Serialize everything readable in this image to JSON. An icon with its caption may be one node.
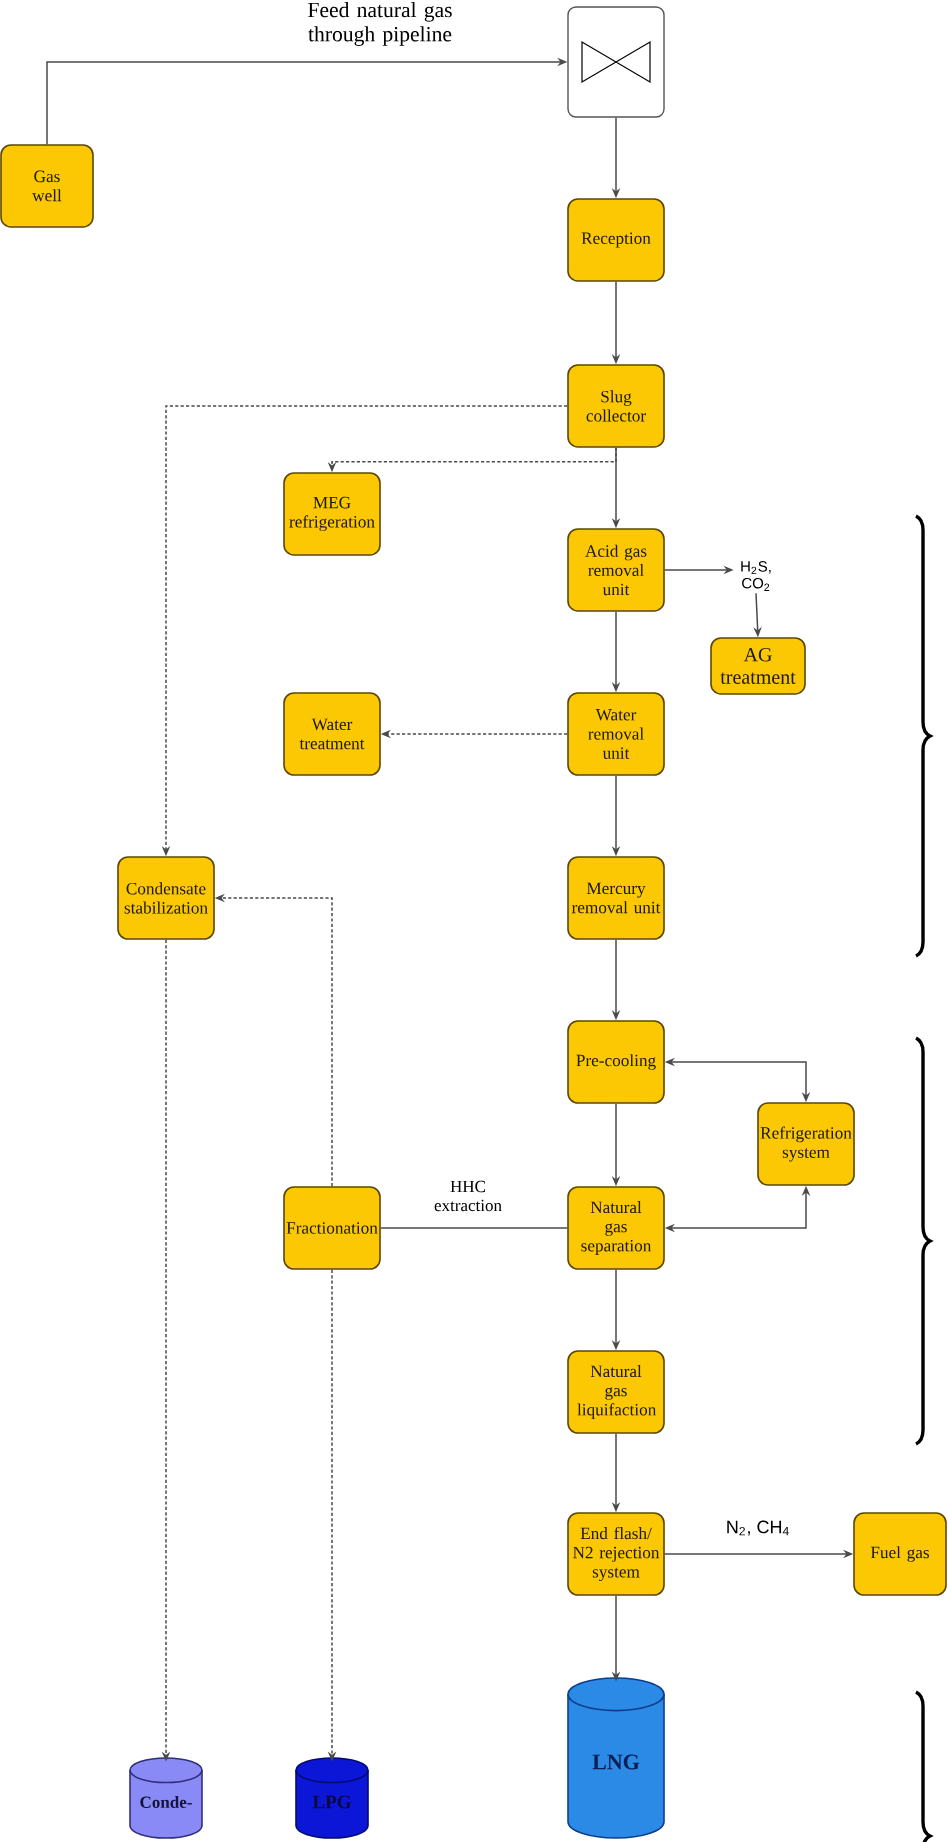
{
  "diagram": {
    "nodes": [
      {
        "text": [
          "Gas well"
        ]
      },
      {
        "text": [],
        "shape": "valve"
      },
      {
        "text": [
          "Reception"
        ]
      },
      {
        "text": [
          "Slug collector"
        ]
      },
      {
        "text": [
          "MEG refrigeration"
        ]
      },
      {
        "text": [
          "Acid gas removal unit"
        ]
      },
      {
        "text": [
          "H$_{2}$S, CO$_{2}$"
        ]
      },
      {
        "text": [
          "AG treatment"
        ]
      },
      {
        "text": [
          "Water treatment"
        ]
      },
      {
        "text": [
          "Water removal unit"
        ]
      },
      {
        "text": [
          "Condensate stabilization"
        ]
      },
      {
        "text": [
          "Mercury removal unit"
        ]
      },
      {
        "text": [
          "Pre-cooling"
        ]
      },
      {
        "text": [
          "Refrigeration system"
        ]
      },
      {
        "text": [
          "Fractionation"
        ]
      },
      {
        "text": [
          "Natural gas separation"
        ]
      },
      {
        "text": [
          "Natural gas liquifaction"
        ]
      },
      {
        "text": [
          "End flash/ N2 rejection system"
        ]
      },
      {
        "text": [
          "Fuel gas"
        ]
      },
      {
        "text": [
          "LNG"
        ]
      },
      {
        "text": [
          "Conde-"
        ]
      },
      {
        "text": [
          "LPG"
        ]
      }
    ],
    "edges": [
      {
        "from": 0,
        "to": 1,
        "arrow": "to",
        "label": "Feed natural gas through pipeline"
      },
      {
        "from": 1,
        "to": 2,
        "arrow": "to"
      },
      {
        "from": 2,
        "to": 3,
        "arrow": "to"
      },
      {
        "from": 3,
        "to": 10,
        "arrow": "to",
        "style": "dashed"
      },
      {
        "from": 3,
        "to": 4,
        "arrow": "to",
        "style": "dashed"
      },
      {
        "from": 3,
        "to": 5,
        "arrow": "to"
      },
      {
        "from": 5,
        "to": 6,
        "arrow": "to"
      },
      {
        "from": 6,
        "to": 7,
        "arrow": "to"
      },
      {
        "from": 5,
        "to": 9,
        "arrow": "to"
      },
      {
        "from": 9,
        "to": 8,
        "arrow": "to",
        "style": "dashed"
      },
      {
        "from": 9,
        "to": 11,
        "arrow": "to"
      },
      {
        "from": 11,
        "to": 12,
        "arrow": "to"
      },
      {
        "from": 12,
        "to": 13,
        "arrow": "both"
      },
      {
        "from": 13,
        "to": 15,
        "arrow": "both"
      },
      {
        "from": 12,
        "to": 15,
        "arrow": "to"
      },
      {
        "from": 15,
        "to": 14,
        "arrow": "none",
        "label": "HHC extraction"
      },
      {
        "from": 14,
        "to": 10,
        "arrow": "to",
        "style": "dashed"
      },
      {
        "from": 15,
        "to": 16,
        "arrow": "to"
      },
      {
        "from": 16,
        "to": 17,
        "arrow": "to"
      },
      {
        "from": 17,
        "to": 18,
        "arrow": "to",
        "label": "N$_{2}$, CH$_{4}$"
      },
      {
        "from": 17,
        "to": 19,
        "arrow": "to"
      },
      {
        "from": 10,
        "to": 20,
        "arrow": "to",
        "style": "dashed"
      },
      {
        "from": 14,
        "to": 21,
        "arrow": "to",
        "style": "dashed"
      }
    ]
  }
}
